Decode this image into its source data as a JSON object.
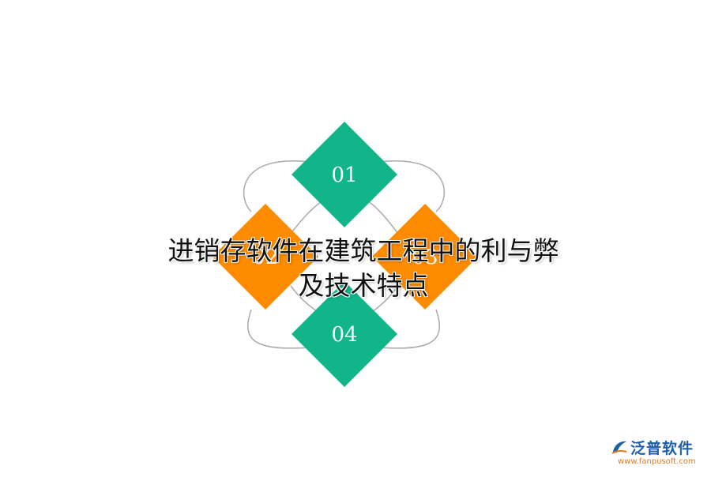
{
  "diagram": {
    "nodes": [
      {
        "label": "01",
        "color": "#12b48a"
      },
      {
        "label": "02",
        "color": "#ff8b00"
      },
      {
        "label": "03",
        "color": "#ff8b00"
      },
      {
        "label": "04",
        "color": "#12b48a"
      }
    ],
    "ring_color": "#aaaaaa"
  },
  "title": {
    "line1": "进销存软件在建筑工程中的利与弊",
    "line2": "及技术特点"
  },
  "logo": {
    "brand": "泛普软件",
    "url": "www.fanpusoft.com",
    "brand_color": "#1f5fa8",
    "accent_color": "#e07a1f"
  }
}
